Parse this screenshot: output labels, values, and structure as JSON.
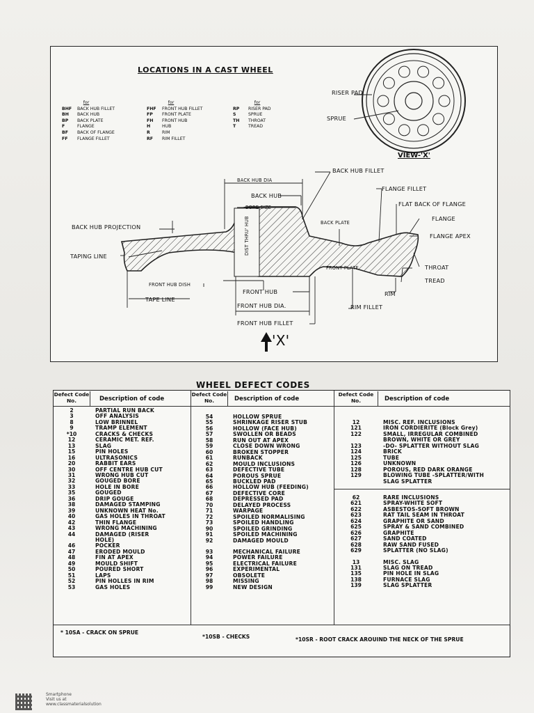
{
  "diagram": {
    "title": "LOCATIONS IN A CAST WHEEL",
    "abbreviations": [
      {
        "header": "for",
        "items": [
          [
            "BHF",
            "BACK HUB FILLET"
          ],
          [
            "BH",
            "BACK HUB"
          ],
          [
            "BP",
            "BACK PLATE"
          ],
          [
            "F",
            "FLANGE"
          ],
          [
            "BF",
            "BACK OF FLANGE"
          ],
          [
            "FF",
            "FLANGE FILLET"
          ]
        ]
      },
      {
        "header": "for",
        "items": [
          [
            "FHF",
            "FRONT HUB FILLET"
          ],
          [
            "FP",
            "FRONT PLATE"
          ],
          [
            "FH",
            "FRONT HUB"
          ],
          [
            "H",
            "HUB"
          ],
          [
            "R",
            "RIM"
          ],
          [
            "RF",
            "RIM FILLET"
          ]
        ]
      },
      {
        "header": "for",
        "items": [
          [
            "RP",
            "RISER PAD"
          ],
          [
            "S",
            "SPRUE"
          ],
          [
            "TH",
            "THROAT"
          ],
          [
            "T",
            "TREAD"
          ]
        ]
      }
    ],
    "labels": {
      "riser_pad": "RISER PAD",
      "sprue": "SPRUE",
      "view_x": "VIEW-'X'",
      "back_hub_fillet": "BACK HUB FILLET",
      "back_hub_dia": "BACK HUB DIA",
      "back_hub": "BACK HUB",
      "bore_size": "BORE SIZE",
      "flange_fillet": "FLANGE FILLET",
      "flat_back_of_flange": "FLAT BACK OF FLANGE",
      "flange": "FLANGE",
      "flange_apex": "FLANGE APEX",
      "back_hub_projection": "BACK HUB PROJECTION",
      "back_plate": "BACK PLATE",
      "dist_thru_hub": "DIST THRU' HUB",
      "taping_line": "TAPING LINE",
      "front_plate": "FRONT PLATE",
      "throat": "THROAT",
      "tread": "TREAD",
      "front_hub_dish": "FRONT HUB DISH",
      "front_hub": "FRONT HUB",
      "rim": "RIM",
      "tape_line": "TAPE LINE",
      "front_hub_dia": "FRONT HUB DIA.",
      "rim_fillet": "RIM FILLET",
      "front_hub_fillet": "FRONT HUB FILLET",
      "x_mark": "'X'"
    }
  },
  "defects": {
    "title": "WHEEL DEFECT CODES",
    "header_code": "Defect Code No.",
    "header_desc": "Description of code",
    "col1": [
      [
        "2",
        "PARTIAL RUN BACK"
      ],
      [
        "3",
        "OFF ANALYSIS"
      ],
      [
        "8",
        "LOW BRINNEL"
      ],
      [
        "9",
        "TRAMP ELEMENT"
      ],
      [
        "*10",
        "CRACKS & CHECKS"
      ],
      [
        "12",
        "CERAMIC MET. REF."
      ],
      [
        "13",
        "SLAG"
      ],
      [
        "15",
        "PIN HOLES"
      ],
      [
        "16",
        "ULTRASONICS"
      ],
      [
        "20",
        "RABBIT EARS"
      ],
      [
        "30",
        "OFF CENTRE HUB CUT"
      ],
      [
        "31",
        "WRONG HUB CUT"
      ],
      [
        "32",
        "GOUGED BORE"
      ],
      [
        "33",
        "HOLE IN BORE"
      ],
      [
        "35",
        "GOUGED"
      ],
      [
        "36",
        "DRIP GOUGE"
      ],
      [
        "38",
        "DAMAGED STAMPING"
      ],
      [
        "39",
        "UNKNOWN HEAT No."
      ],
      [
        "40",
        "GAS HOLES IN THROAT"
      ],
      [
        "42",
        "THIN FLANGE"
      ],
      [
        "43",
        "WRONG MACHINING"
      ],
      [
        "44",
        "DAMAGED (RISER"
      ],
      [
        "",
        "HOLE)"
      ],
      [
        "46",
        "POCKER"
      ],
      [
        "47",
        "ERODED MOULD"
      ],
      [
        "48",
        "FIN AT APEX"
      ],
      [
        "49",
        "MOULD SHIFT"
      ],
      [
        "50",
        "POURED SHORT"
      ],
      [
        "51",
        "LAPS"
      ],
      [
        "52",
        "PIN HOLLES IN RIM"
      ],
      [
        "53",
        "GAS HOLES"
      ]
    ],
    "col2a": [
      [
        "54",
        "HOLLOW SPRUE"
      ],
      [
        "55",
        "SHRINKAGE RISER STUB"
      ],
      [
        "56",
        "HOLLOW (FACE HUB)"
      ],
      [
        "57",
        "SWOLLEN OR BEADS"
      ],
      [
        "58",
        "RUN OUT AT APEX"
      ],
      [
        "59",
        "CLOSE DOWN WRONG"
      ],
      [
        "60",
        "BROKEN STOPPER"
      ],
      [
        "61",
        "RUNBACK"
      ],
      [
        "62",
        "MOULD INCLUSIONS"
      ],
      [
        "63",
        "DEFECTIVE TUBE"
      ],
      [
        "64",
        "POROUS SPRUE"
      ],
      [
        "65",
        "BUCKLED PAD"
      ],
      [
        "66",
        "HOLLOW HUB (FEEDING)"
      ],
      [
        "67",
        "DEFECTIVE CORE"
      ],
      [
        "68",
        "DEPRESSED PAD"
      ],
      [
        "70",
        "DELAYED PROCESS"
      ],
      [
        "71",
        "WARPAGE"
      ],
      [
        "72",
        "SPOILED NORMALISING"
      ],
      [
        "73",
        "SPOILED HANDLING"
      ],
      [
        "90",
        "SPOILED GRINDING"
      ],
      [
        "91",
        "SPOILED MACHINING"
      ],
      [
        "92",
        "DAMAGED MOULD"
      ]
    ],
    "col2b": [
      [
        "93",
        "MECHANICAL FAILURE"
      ],
      [
        "94",
        "POWER FAILURE"
      ],
      [
        "95",
        "ELECTRICAL FAILURE"
      ],
      [
        "96",
        "EXPERIMENTAL"
      ],
      [
        "97",
        "OBSOLETE"
      ],
      [
        "98",
        "MISSING"
      ],
      [
        "99",
        "NEW DESIGN"
      ]
    ],
    "col3a": [
      [
        "12",
        "MISC. REF. INCLUSIONS"
      ],
      [
        "121",
        "IRON CORDIERITE (Block Grey)"
      ],
      [
        "122",
        "SMALL, IRREGULAR COMBINED"
      ],
      [
        "",
        "BROWN, WHITE OR GREY"
      ],
      [
        "123",
        "-DO- SPLATTER WITHOUT SLAG"
      ],
      [
        "124",
        "BRICK"
      ],
      [
        "125",
        "TUBE"
      ],
      [
        "126",
        "UNKNOWN"
      ],
      [
        "128",
        "POROUS, RED DARK ORANGE"
      ],
      [
        "129",
        "BLOWING TUBE -SPLATTER/WITH"
      ],
      [
        "",
        "SLAG SPLATTER"
      ]
    ],
    "col3b": [
      [
        "62",
        "RARE INCLUSIONS"
      ],
      [
        "621",
        "SPRAY-WHITE SOFT"
      ],
      [
        "622",
        "ASBESTOS-SOFT BROWN"
      ],
      [
        "623",
        "RAT TAIL SEAM IN THROAT"
      ],
      [
        "624",
        "GRAPHITE OR SAND"
      ],
      [
        "625",
        "SPRAY & SAND COMBINED"
      ],
      [
        "626",
        "GRAPHITE"
      ],
      [
        "627",
        "SAND COATED"
      ],
      [
        "628",
        "RAW SAND FUSED"
      ],
      [
        "629",
        "SPLATTER (NO SLAG)"
      ]
    ],
    "col3c": [
      [
        "13",
        "MISC. SLAG"
      ],
      [
        "131",
        "SLAG ON TREAD"
      ],
      [
        "135",
        "PIN HOLE IN SLAG"
      ],
      [
        "138",
        "FURNACE SLAG"
      ],
      [
        "139",
        "SLAG SPLATTER"
      ]
    ],
    "footnotes": [
      "* 10SA - CRACK ON SPRUE",
      "*10SB - CHECKS",
      "*10SR - ROOT CRACK AROUIND THE NECK OF THE SPRUE"
    ]
  },
  "footer": {
    "brand_line1": "Smartphone",
    "brand_line2": "Visit us at",
    "brand_line3": "www.classmaterialsolution"
  }
}
